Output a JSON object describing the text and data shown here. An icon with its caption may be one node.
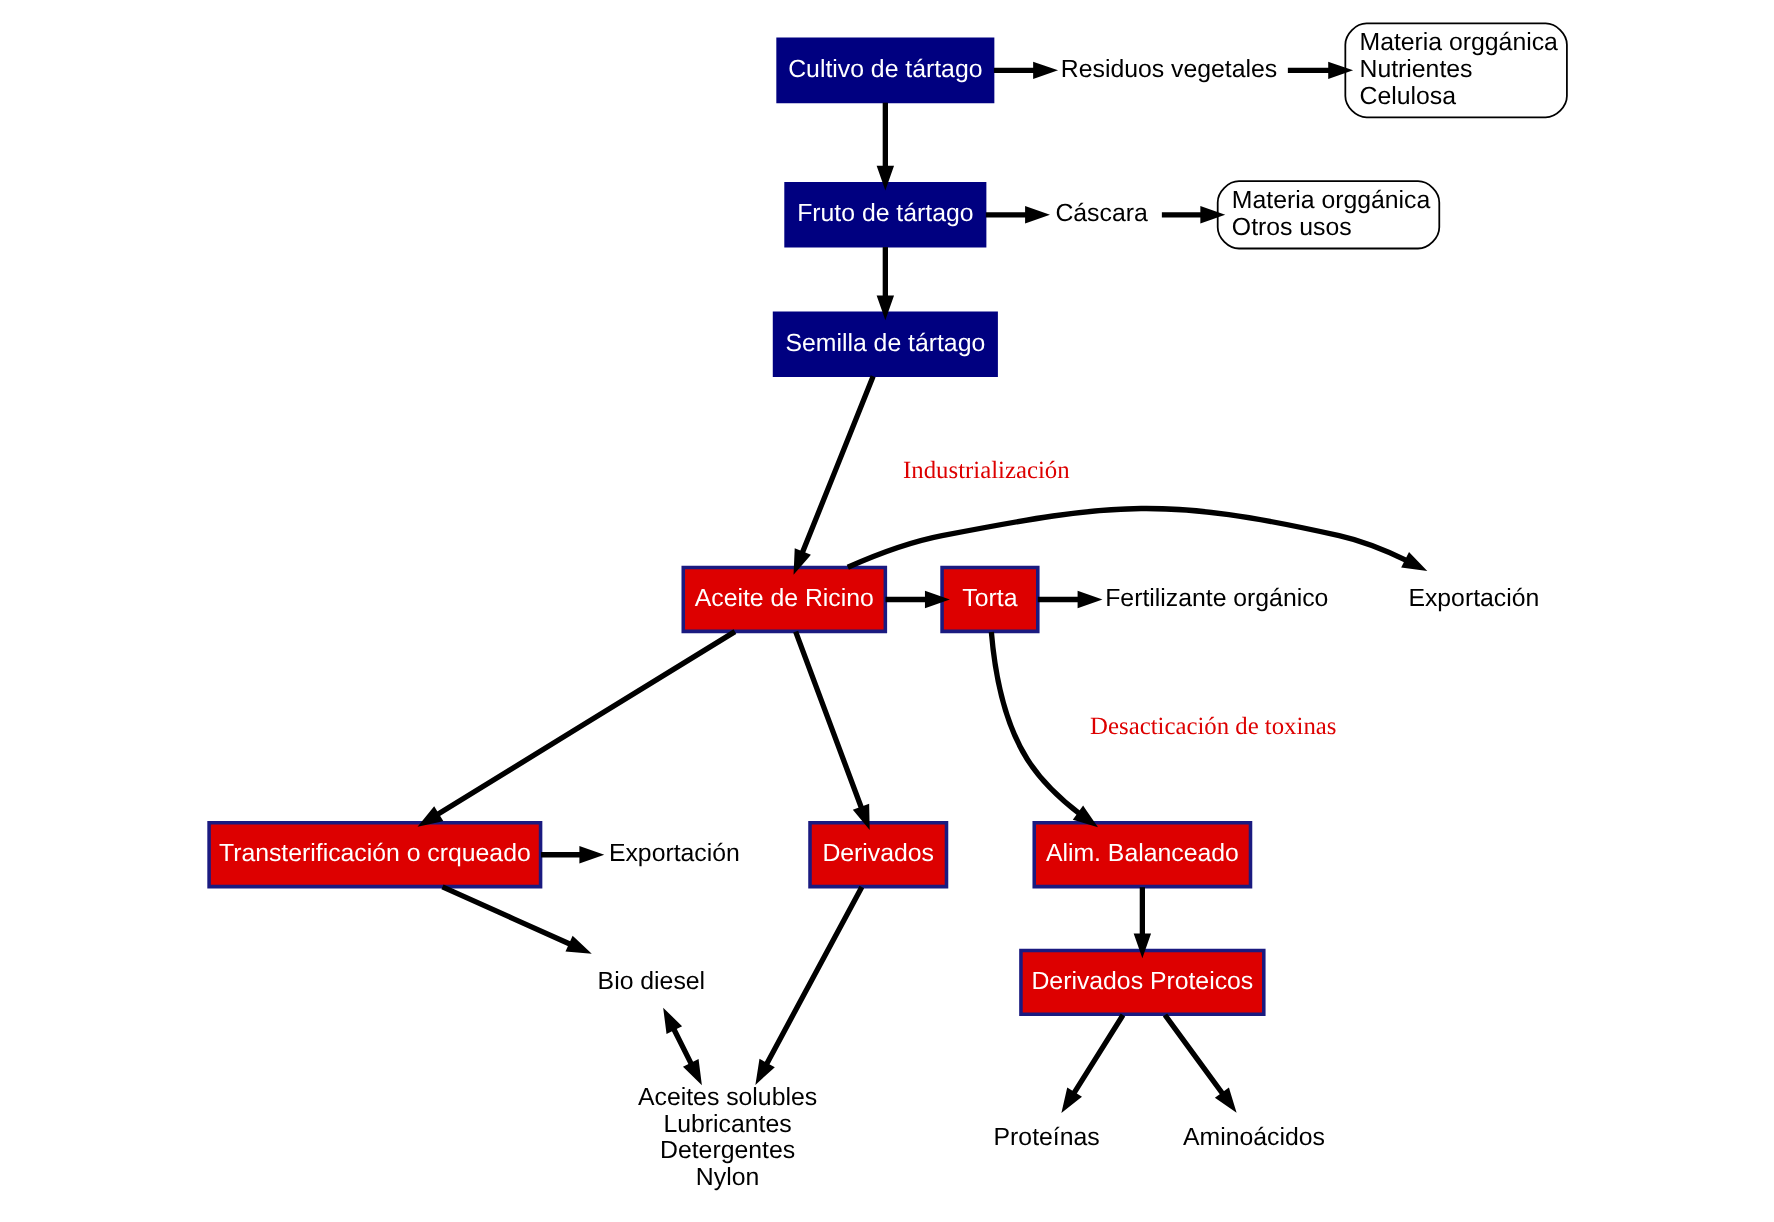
{
  "diagram": {
    "nodes": [
      {
        "text": [
          "Cultivo de tártago"
        ]
      },
      {
        "text": [
          "Fruto de tártago"
        ]
      },
      {
        "text": [
          "Semilla de tártago"
        ]
      },
      {
        "text": [
          "Residuos vegetales"
        ]
      },
      {
        "text": [
          "Materia orggánica",
          "Nutrientes",
          "Celulosa"
        ]
      },
      {
        "text": [
          "Cáscara"
        ]
      },
      {
        "text": [
          "Materia orggánica",
          "Otros usos"
        ]
      },
      {
        "text": [
          "Aceite de Ricino"
        ]
      },
      {
        "text": [
          "Exportación"
        ]
      },
      {
        "text": [
          "Torta"
        ]
      },
      {
        "text": [
          "Fertilizante orgánico"
        ]
      },
      {
        "text": [
          "Transterificación o crqueado"
        ]
      },
      {
        "text": [
          "Derivados"
        ]
      },
      {
        "text": [
          "Alim. Balanceado"
        ]
      },
      {
        "text": [
          "Exportación"
        ]
      },
      {
        "text": [
          "Bio diesel"
        ]
      },
      {
        "text": [
          "Aceites solubles",
          "Lubricantes",
          "Detergentes",
          "Nylon"
        ]
      },
      {
        "text": [
          "Derivados Proteicos"
        ]
      },
      {
        "text": [
          "Proteínas"
        ]
      },
      {
        "text": [
          "Aminoácidos"
        ]
      }
    ],
    "edges": [
      {
        "from": 0,
        "to": 1,
        "arrow": "to"
      },
      {
        "from": 1,
        "to": 2,
        "arrow": "to"
      },
      {
        "from": 0,
        "to": 3,
        "arrow": "to"
      },
      {
        "from": 3,
        "to": 4,
        "arrow": "to"
      },
      {
        "from": 1,
        "to": 5,
        "arrow": "to"
      },
      {
        "from": 5,
        "to": 6,
        "arrow": "to"
      },
      {
        "from": 2,
        "to": 7,
        "arrow": "to"
      },
      {
        "from": 7,
        "to": 8,
        "arrow": "to"
      },
      {
        "from": 7,
        "to": 9,
        "arrow": "to"
      },
      {
        "from": 9,
        "to": 10,
        "arrow": "to"
      },
      {
        "from": 7,
        "to": 11,
        "arrow": "to"
      },
      {
        "from": 7,
        "to": 12,
        "arrow": "to"
      },
      {
        "from": 9,
        "to": 13,
        "arrow": "to"
      },
      {
        "from": 11,
        "to": 14,
        "arrow": "to"
      },
      {
        "from": 11,
        "to": 15,
        "arrow": "to"
      },
      {
        "from": 15,
        "to": 16,
        "arrow": "both"
      },
      {
        "from": 12,
        "to": 16,
        "arrow": "to"
      },
      {
        "from": 13,
        "to": 17,
        "arrow": "to"
      },
      {
        "from": 17,
        "to": 18,
        "arrow": "to"
      },
      {
        "from": 17,
        "to": 19,
        "arrow": "to"
      }
    ],
    "labels": [
      "Industrialización",
      "Desacticación de toxinas"
    ]
  }
}
